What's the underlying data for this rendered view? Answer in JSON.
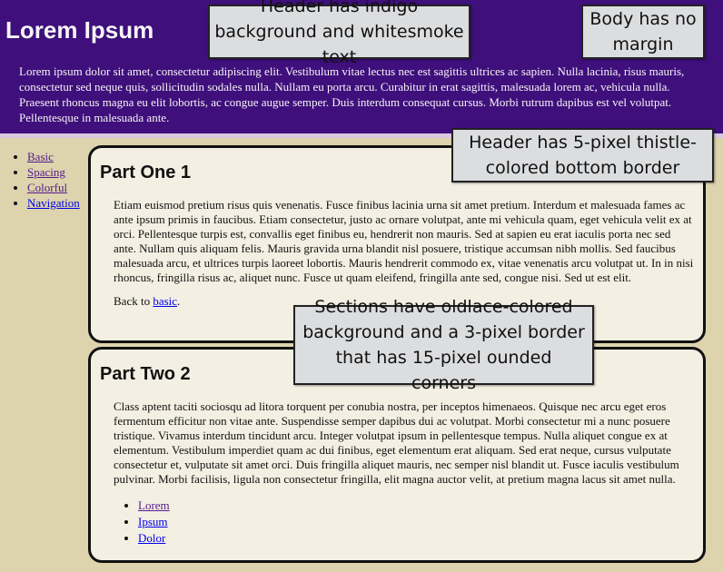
{
  "header": {
    "title": "Lorem Ipsum",
    "text": "Lorem ipsum dolor sit amet, consectetur adipiscing elit. Vestibulum vitae lectus nec est sagittis ultrices ac sapien. Nulla lacinia, risus mauris, consectetur sed neque quis, sollicitudin sodales nulla. Nullam eu porta arcu. Curabitur in erat sagittis, malesuada lorem ac, vehicula nulla. Praesent rhoncus magna eu elit lobortis, ac congue augue semper. Duis interdum consequat cursus. Morbi rutrum dapibus est vel volutpat. Pellentesque in malesuada ante."
  },
  "nav": {
    "items": [
      {
        "label": "Basic"
      },
      {
        "label": "Spacing"
      },
      {
        "label": "Colorful"
      },
      {
        "label": "Navigation"
      }
    ]
  },
  "sections": [
    {
      "title": "Part One 1",
      "text": "Etiam euismod pretium risus quis venenatis. Fusce finibus lacinia urna sit amet pretium. Interdum et malesuada fames ac ante ipsum primis in faucibus. Etiam consectetur, justo ac ornare volutpat, ante mi vehicula quam, eget vehicula velit ex at orci. Pellentesque turpis est, convallis eget finibus eu, hendrerit non mauris. Sed at sapien eu erat iaculis porta nec sed ante. Nullam quis aliquam felis. Mauris gravida urna blandit nisl posuere, tristique accumsan nibh mollis. Sed faucibus malesuada arcu, et ultrices turpis laoreet lobortis. Mauris hendrerit commodo ex, vitae venenatis arcu volutpat ut. In in nisi rhoncus, fringilla risus ac, aliquet nunc. Fusce ut quam eleifend, fringilla ante sed, congue nisi. Sed ut est elit.",
      "back_prefix": "Back to ",
      "back_link": "basic",
      "back_suffix": "."
    },
    {
      "title": "Part Two 2",
      "text": "Class aptent taciti sociosqu ad litora torquent per conubia nostra, per inceptos himenaeos. Quisque nec arcu eget eros fermentum efficitur non vitae ante. Suspendisse semper dapibus dui ac volutpat. Morbi consectetur mi a nunc posuere tristique. Vivamus interdum tincidunt arcu. Integer volutpat ipsum in pellentesque tempus. Nulla aliquet congue ex at elementum. Vestibulum imperdiet quam ac dui finibus, eget elementum erat aliquam. Sed erat neque, cursus vulputate consectetur et, vulputate sit amet orci. Duis fringilla aliquet mauris, nec semper nisl blandit ut. Fusce iaculis vestibulum pulvinar. Morbi facilisis, ligula non consectetur fringilla, elit magna auctor velit, at pretium magna lacus sit amet nulla.",
      "links": [
        {
          "label": "Lorem"
        },
        {
          "label": "Ipsum"
        },
        {
          "label": "Dolor"
        }
      ]
    }
  ],
  "callouts": [
    "Header has indigo background and whitesmoke text",
    "Body has no margin",
    "Header has 5-pixel thistle-colored bottom border",
    "Sections have oldlace-colored background and a 3-pixel border that has 15-pixel ounded corners"
  ],
  "colors": {
    "header_bg": "#3f0f7c",
    "header_border": "#d8c8de",
    "section_bg": "#f3efe2",
    "body_bg": "#ddd3ad"
  }
}
